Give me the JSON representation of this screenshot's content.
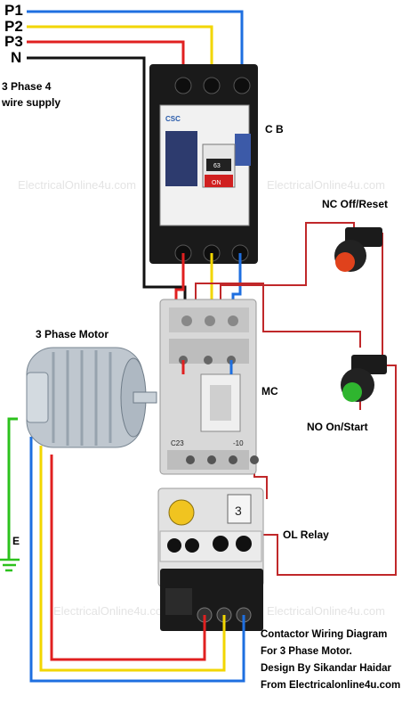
{
  "supply": {
    "p1": "P1",
    "p2": "P2",
    "p3": "P3",
    "n": "N",
    "desc_line1": "3 Phase 4",
    "desc_line2": "wire supply"
  },
  "components": {
    "cb": "C B",
    "nc_button": "NC Off/Reset",
    "motor": "3 Phase Motor",
    "mc": "MC",
    "no_button": "NO  On/Start",
    "ol_relay": "OL Relay",
    "earth": "E",
    "mc_model_left": "C23",
    "mc_model_right": "-10",
    "cb_brand": "CSC",
    "cb_rating": "63",
    "cb_on": "ON",
    "ol_setting": "3"
  },
  "caption": {
    "line1": "Contactor Wiring Diagram",
    "line2": "For 3 Phase Motor.",
    "line3": "Design By Sikandar Haidar",
    "line4": "From Electricalonline4u.com"
  },
  "watermark": "ElectricalOnline4u.com",
  "colors": {
    "phase1": "#e02020",
    "phase2": "#f2d600",
    "phase3": "#1e6fe0",
    "neutral": "#111111",
    "earth": "#2cc21c",
    "control": "#c0282a"
  }
}
